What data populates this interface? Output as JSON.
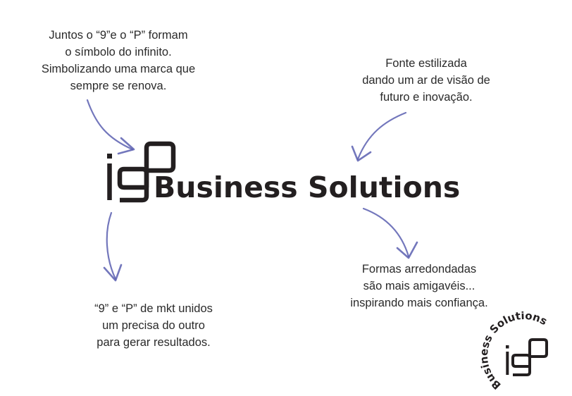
{
  "notes": {
    "infinity": [
      "Juntos o “9”e o “P” formam",
      "o símbolo do infinito.",
      "Simbolizando uma marca que",
      "sempre se renova."
    ],
    "font": [
      "Fonte estilizada",
      "dando um ar de visão de",
      "futuro e inovação."
    ],
    "united": [
      "“9” e “P” de mkt unidos",
      "um precisa do outro",
      "para gerar resultados."
    ],
    "rounded": [
      "Formas arredondadas",
      "são mais amigavéis...",
      "inspirando mais confiança."
    ]
  },
  "logo": {
    "wordmark": "Business Solutions",
    "color": "#231f20"
  },
  "badge": {
    "arc_text": "Business Solutions"
  },
  "arrow_color": "#5a5fb0"
}
